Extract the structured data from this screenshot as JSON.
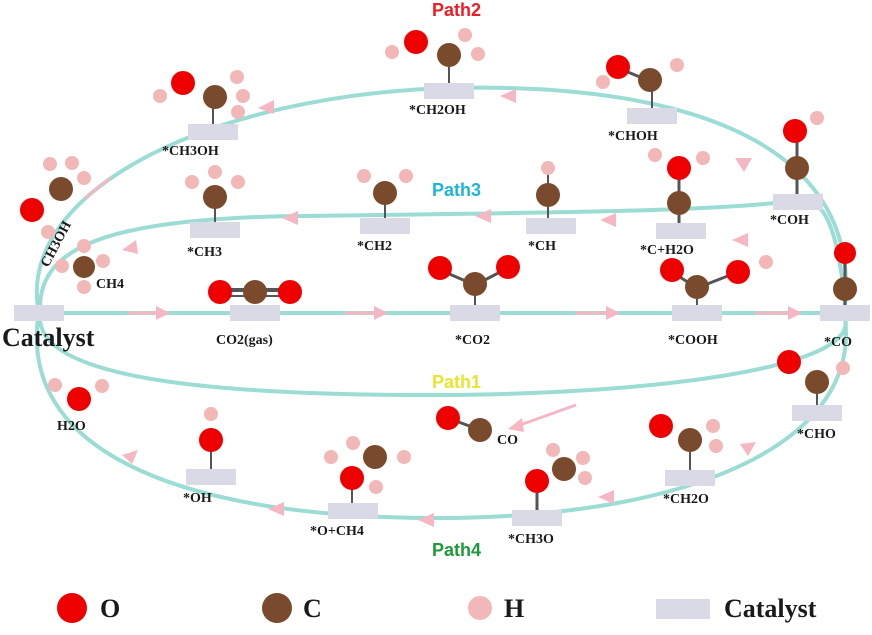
{
  "paths": {
    "path1": {
      "label": "Path1",
      "color": "#e6e62e"
    },
    "path2": {
      "label": "Path2",
      "color": "#ee1c25"
    },
    "path3": {
      "label": "Path3",
      "color": "#1fb5d6"
    },
    "path4": {
      "label": "Path4",
      "color": "#1e9a3a"
    }
  },
  "colors": {
    "oxygen": "#ee0000",
    "carbon": "#7a4a2c",
    "hydrogen": "#f2b8b8",
    "catalyst": "#d9dae6",
    "track": "#9bdcd5",
    "arrow": "#f6b7c4"
  },
  "species": {
    "catalyst": "Catalyst",
    "co2gas": "CO2(gas)",
    "co2": "*CO2",
    "cooh": "*COOH",
    "co": "*CO",
    "co_gas": "CO",
    "coh": "*COH",
    "choh": "*CHOH",
    "ch2oh": "*CH2OH",
    "ch3oh": "*CH3OH",
    "ch3oh_gas": "CH3OH",
    "c_h2o": "*C+H2O",
    "ch": "*CH",
    "ch2": "*CH2",
    "ch3": "*CH3",
    "ch4": "CH4",
    "cho": "*CHO",
    "ch2o": "*CH2O",
    "ch3o": "*CH3O",
    "o_ch4": "*O+CH4",
    "oh": "*OH",
    "h2o": "H2O"
  },
  "legend": [
    {
      "label": "O",
      "icon": "oxygen-atom"
    },
    {
      "label": "C",
      "icon": "carbon-atom"
    },
    {
      "label": "H",
      "icon": "hydrogen-atom"
    },
    {
      "label": "Catalyst",
      "icon": "catalyst-slab"
    }
  ]
}
